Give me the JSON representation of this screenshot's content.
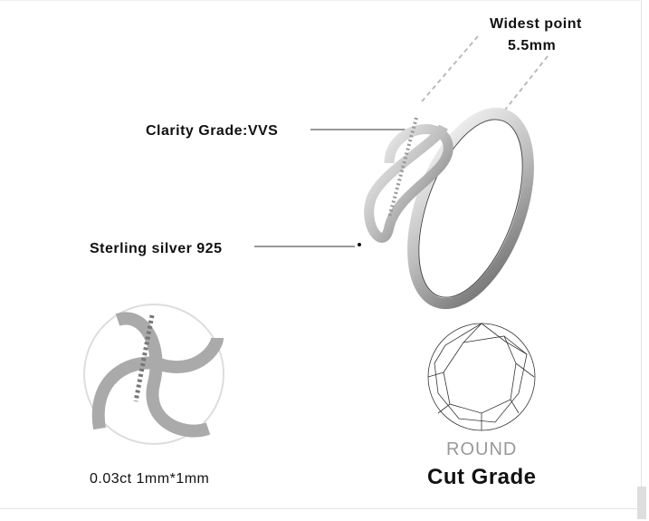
{
  "labels": {
    "widest_point": "Widest point",
    "widest_value": "5.5mm",
    "clarity": "Clarity Grade:VVS",
    "material": "Sterling silver 925",
    "stone_size": "0.03ct 1mm*1mm",
    "shape": "ROUND",
    "cut_grade": "Cut Grade"
  }
}
